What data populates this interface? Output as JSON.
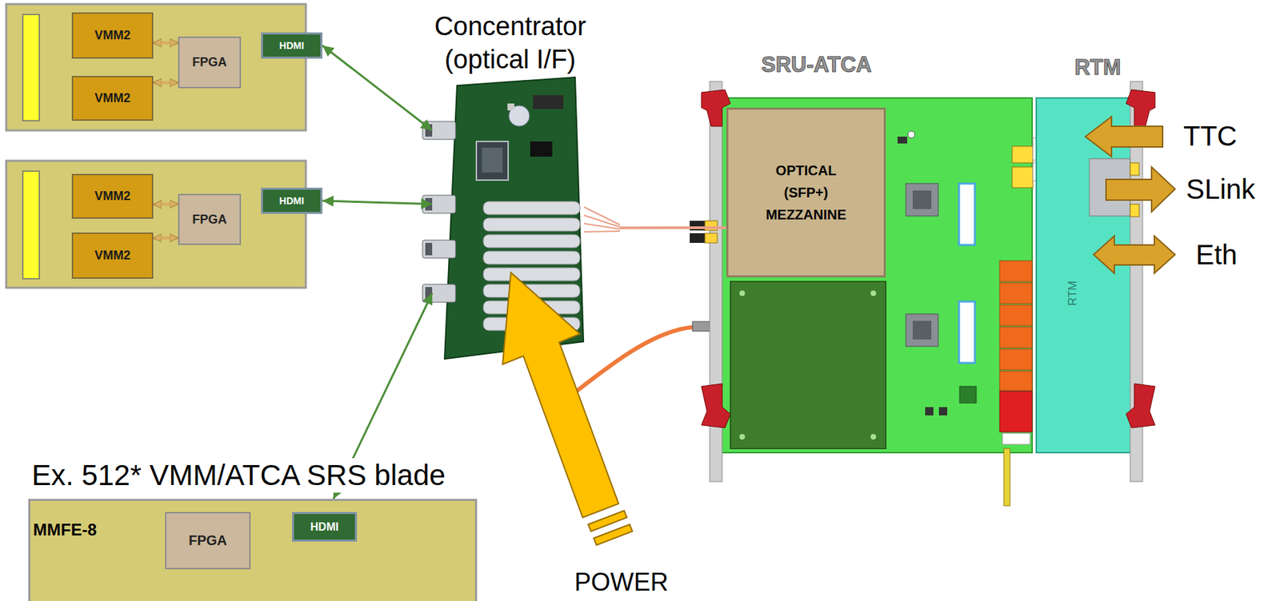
{
  "diagram": {
    "nodes": [
      {
        "text": [
          "VMM2"
        ]
      },
      {
        "text": [
          "VMM2"
        ]
      },
      {
        "text": [
          "FPGA"
        ]
      },
      {
        "text": [
          "HDMI"
        ]
      },
      {
        "text": [
          "VMM2"
        ]
      },
      {
        "text": [
          "VMM2"
        ]
      },
      {
        "text": [
          "FPGA"
        ]
      },
      {
        "text": [
          "HDMI"
        ]
      },
      {
        "text": [
          "Concentrator (optical I/F)"
        ]
      },
      {
        "text": [
          "SRU-ATCA"
        ]
      },
      {
        "text": [
          "OPTICAL (SFP+) MEZZANINE"
        ],
        "in": 9
      },
      {
        "text": [
          "RTM",
          "RTM"
        ]
      },
      {
        "text": [
          "MMFE-8"
        ]
      },
      {
        "text": [
          "FPGA"
        ],
        "in": 12
      },
      {
        "text": [
          "HDMI"
        ],
        "in": 12
      }
    ],
    "edges": [
      {
        "from": 0,
        "to": 2,
        "arrow": "both"
      },
      {
        "from": 1,
        "to": 2,
        "arrow": "both"
      },
      {
        "from": 4,
        "to": 6,
        "arrow": "both"
      },
      {
        "from": 5,
        "to": 6,
        "arrow": "both"
      },
      {
        "from": 3,
        "to": 8,
        "arrow": "both"
      },
      {
        "from": 7,
        "to": 8,
        "arrow": "both"
      },
      {
        "from": 8,
        "to": 12,
        "arrow": "both"
      },
      {
        "from": 8,
        "to": 10,
        "arrow": "none"
      }
    ],
    "labels": [
      "TTC",
      "SLink",
      "Eth",
      "Ex. 512* VMM/ATCA SRS blade",
      "POWER"
    ]
  }
}
